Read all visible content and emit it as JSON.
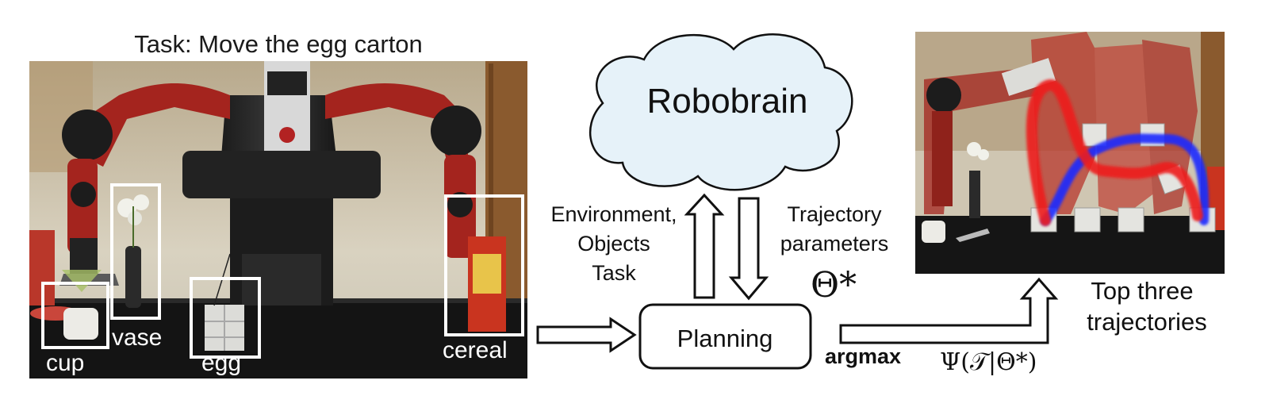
{
  "task_caption": "Task: Move the egg carton",
  "objects": [
    {
      "label": "cup"
    },
    {
      "label": "vase"
    },
    {
      "label": "egg"
    },
    {
      "label": "cereal"
    }
  ],
  "cloud_label": "Robobrain",
  "up_arrow_label": [
    "Environment,",
    "Objects",
    "Task"
  ],
  "down_arrow_label": [
    "Trajectory",
    "parameters"
  ],
  "theta_symbol": "Θ*",
  "planning_label": "Planning",
  "argmax_label": "argmax",
  "argmax_expression": "Ψ(𝒯|Θ*)",
  "output_label": [
    "Top three",
    "trajectories"
  ],
  "colors": {
    "trajectory_1": "#ee1c1c",
    "trajectory_2": "#1a2cff",
    "trajectory_3": "#33dd33",
    "box_outline": "#ffffff",
    "robot_red": "#a4241e"
  }
}
